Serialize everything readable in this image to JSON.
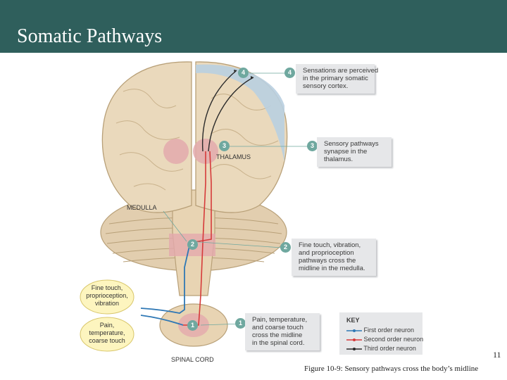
{
  "slide": {
    "title": "Somatic Pathways",
    "number": "11",
    "caption": "Figure 10-9: Sensory pathways cross the body’s midline"
  },
  "figure": {
    "structure_labels": {
      "thalamus": "THALAMUS",
      "medulla": "MEDULLA",
      "spinal_cord": "SPINAL CORD"
    },
    "markers": [
      "1",
      "2",
      "3",
      "4"
    ],
    "callouts": [
      {
        "number": "4",
        "lines": [
          "Sensations are perceived",
          "in the primary somatic",
          "sensory cortex."
        ]
      },
      {
        "number": "3",
        "lines": [
          "Sensory pathways",
          "synapse in the",
          "thalamus."
        ]
      },
      {
        "number": "2",
        "lines": [
          "Fine touch, vibration,",
          "and proprioception",
          "pathways cross the",
          "midline in the medulla."
        ]
      },
      {
        "number": "1",
        "lines": [
          "Pain, temperature,",
          "and coarse touch",
          "cross the midline",
          "in the spinal cord."
        ]
      }
    ],
    "receptor_bubbles": [
      {
        "lines": [
          "Fine touch,",
          "proprioception,",
          "vibration"
        ]
      },
      {
        "lines": [
          "Pain,",
          "temperature,",
          "coarse touch"
        ]
      }
    ],
    "key": {
      "title": "KEY",
      "items": [
        {
          "label": "First order neuron",
          "color": "#2f78b5"
        },
        {
          "label": "Second order neuron",
          "color": "#d63a3a"
        },
        {
          "label": "Third order neuron",
          "color": "#2a2a2a"
        }
      ]
    }
  },
  "colors": {
    "header": "#2f5f5c",
    "brain": "#ead9bc",
    "cortex_highlight": "#b9cfe0",
    "synapse_zone": "#e3a9ad",
    "callout_bg": "#e6e7e9",
    "marker": "#6fa89f",
    "bubble": "#fdf5bf"
  }
}
